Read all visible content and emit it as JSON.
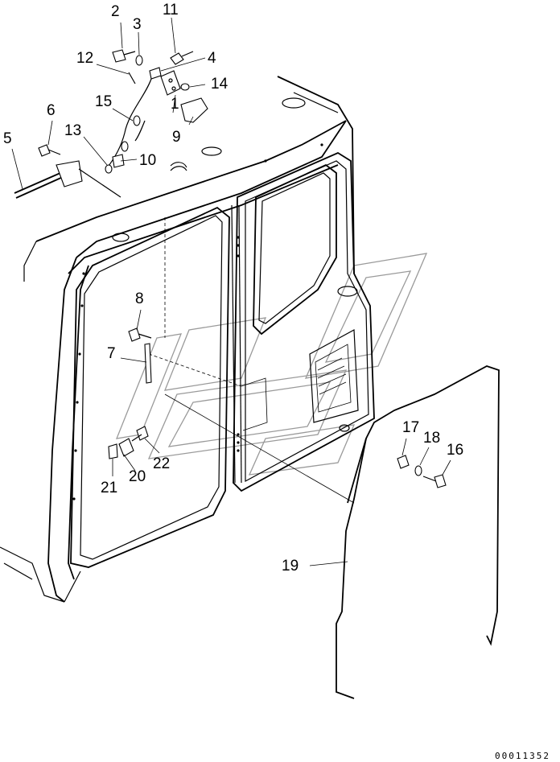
{
  "callouts": {
    "c1": "1",
    "c2": "2",
    "c3": "3",
    "c4": "4",
    "c5": "5",
    "c6": "6",
    "c7": "7",
    "c8": "8",
    "c9": "9",
    "c10": "10",
    "c11": "11",
    "c12": "12",
    "c13": "13",
    "c14": "14",
    "c15": "15",
    "c16": "16",
    "c17": "17",
    "c18": "18",
    "c19": "19",
    "c20": "20",
    "c21": "21",
    "c22": "22"
  },
  "document_number": "00011352"
}
